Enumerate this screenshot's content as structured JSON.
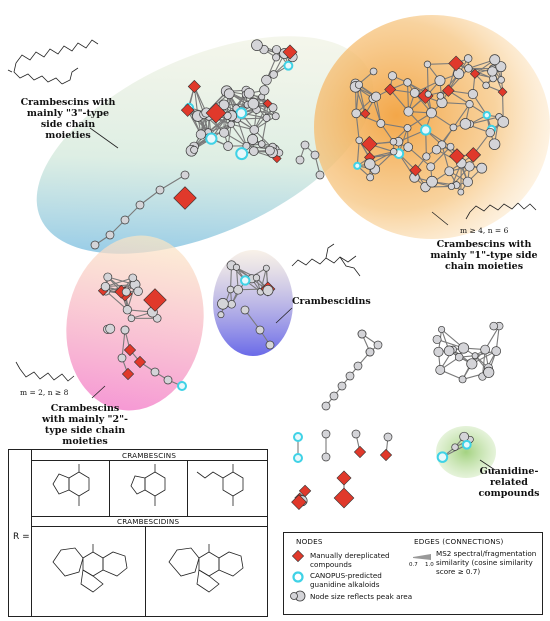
{
  "clusters": {
    "c3": {
      "label": "Crambescins with mainly \"3\"-type side chain moieties"
    },
    "c1": {
      "label": "Crambescins with mainly \"1\"-type side chain moieties",
      "formula": "m ≥ 4, n = 6"
    },
    "c2": {
      "label": "Crambescins with mainly \"2\"-type side chain moieties",
      "formula": "m = 2, n ≥ 8"
    },
    "cd": {
      "label": "Crambescidins"
    },
    "gr": {
      "label": "Guanidine-related compounds"
    }
  },
  "rtable": {
    "r_label": "R =",
    "crambescins_title": "CRAMBESCINS",
    "crambescidins_title": "CRAMBESCIDINS"
  },
  "legend": {
    "nodes_title": "NODES",
    "edges_title": "EDGES (CONNECTIONS)",
    "diamond": "Manually dereplicated compounds",
    "canopus": "CANOPUS-predicted guanidine alkaloids",
    "size": "Node size reflects peak area",
    "edge": "MS2 spectral/fragmentation similarity (cosine similarity score ≥ 0.7)",
    "edge_min": "0.7",
    "edge_max": "1.0"
  },
  "colors": {
    "node_fill": "#d4d4d8",
    "node_stroke": "#3a3a3a",
    "diamond": "#e0392b",
    "canopus": "#3fd2e6",
    "edge": "#777777"
  }
}
